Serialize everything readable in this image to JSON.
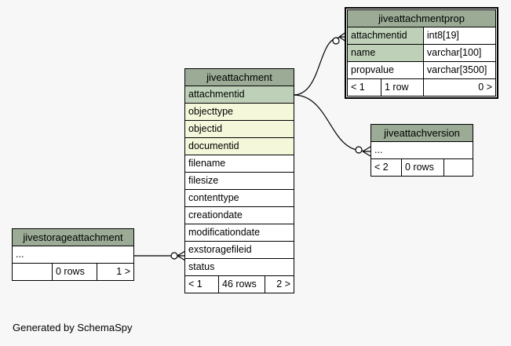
{
  "tables": {
    "jiveattachmentprop": {
      "name": "jiveattachmentprop",
      "columns": [
        {
          "name": "attachmentid",
          "type": "int8[19]"
        },
        {
          "name": "name",
          "type": "varchar[100]"
        },
        {
          "name": "propvalue",
          "type": "varchar[3500]"
        }
      ],
      "footer": {
        "parents": "< 1",
        "rows": "1 row",
        "children": "0 >"
      }
    },
    "jiveattachment": {
      "name": "jiveattachment",
      "columns": [
        "attachmentid",
        "objecttype",
        "objectid",
        "documentid",
        "filename",
        "filesize",
        "contenttype",
        "creationdate",
        "modificationdate",
        "exstoragefileid",
        "status"
      ],
      "footer": {
        "parents": "< 1",
        "rows": "46 rows",
        "children": "2 >"
      }
    },
    "jiveattachversion": {
      "name": "jiveattachversion",
      "columns": [
        "..."
      ],
      "footer": {
        "parents": "< 2",
        "rows": "0 rows",
        "children": ""
      }
    },
    "jivestorageattachment": {
      "name": "jivestorageattachment",
      "columns": [
        "..."
      ],
      "footer": {
        "parents": "",
        "rows": "0 rows",
        "children": "1 >"
      }
    }
  },
  "footer_text": "Generated by SchemaSpy"
}
